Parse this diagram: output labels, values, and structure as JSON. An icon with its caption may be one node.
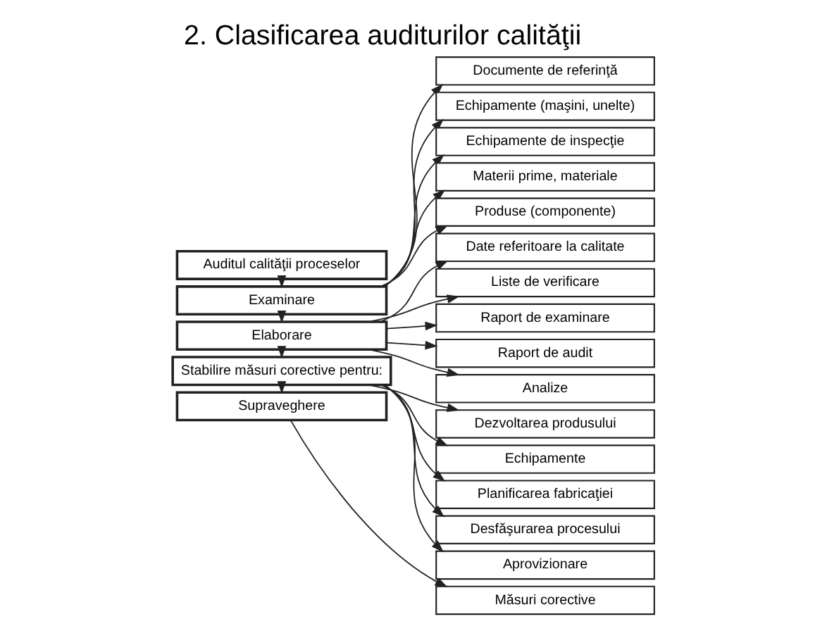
{
  "diagram": {
    "title": "2. Clasificarea auditurilor calităţii",
    "nodes": [
      {
        "text": [
          "Auditul calităţii proceselor"
        ]
      },
      {
        "text": [
          "Examinare"
        ]
      },
      {
        "text": [
          "Documente de referinţă"
        ]
      },
      {
        "text": [
          "Echipamente (maşini, unelte)"
        ]
      },
      {
        "text": [
          "Echipamente de inspecţie"
        ]
      },
      {
        "text": [
          "Materii prime, materiale"
        ]
      },
      {
        "text": [
          "Produse (componente)"
        ]
      },
      {
        "text": [
          "Elaborare"
        ]
      },
      {
        "text": [
          "Date referitoare la calitate"
        ]
      },
      {
        "text": [
          "Liste de verificare"
        ]
      },
      {
        "text": [
          "Raport de examinare"
        ]
      },
      {
        "text": [
          "Raport de audit"
        ]
      },
      {
        "text": [
          "Analize"
        ]
      },
      {
        "text": [
          "Stabilire măsuri corective pentru:"
        ]
      },
      {
        "text": [
          "Dezvoltarea produsului"
        ]
      },
      {
        "text": [
          "Echipamente"
        ]
      },
      {
        "text": [
          "Planificarea fabricaţiei"
        ]
      },
      {
        "text": [
          "Desfăşurarea procesului"
        ]
      },
      {
        "text": [
          "Aprovizionare"
        ]
      },
      {
        "text": [
          "Supraveghere"
        ]
      },
      {
        "text": [
          "Măsuri corective"
        ]
      }
    ],
    "edges": [
      {
        "from": 0,
        "to": 1,
        "arrow": "to"
      },
      {
        "from": 1,
        "to": 2,
        "arrow": "to"
      },
      {
        "from": 1,
        "to": 3,
        "arrow": "to"
      },
      {
        "from": 1,
        "to": 4,
        "arrow": "to"
      },
      {
        "from": 1,
        "to": 5,
        "arrow": "to"
      },
      {
        "from": 1,
        "to": 6,
        "arrow": "to"
      },
      {
        "from": 1,
        "to": 7,
        "arrow": "to"
      },
      {
        "from": 7,
        "to": 8,
        "arrow": "to"
      },
      {
        "from": 7,
        "to": 9,
        "arrow": "to"
      },
      {
        "from": 7,
        "to": 10,
        "arrow": "to"
      },
      {
        "from": 7,
        "to": 11,
        "arrow": "to"
      },
      {
        "from": 7,
        "to": 12,
        "arrow": "to"
      },
      {
        "from": 7,
        "to": 13,
        "arrow": "to"
      },
      {
        "from": 13,
        "to": 14,
        "arrow": "to"
      },
      {
        "from": 13,
        "to": 15,
        "arrow": "to"
      },
      {
        "from": 13,
        "to": 16,
        "arrow": "to"
      },
      {
        "from": 13,
        "to": 17,
        "arrow": "to"
      },
      {
        "from": 13,
        "to": 18,
        "arrow": "to"
      },
      {
        "from": 13,
        "to": 19,
        "arrow": "to"
      },
      {
        "from": 19,
        "to": 20,
        "arrow": "to"
      }
    ]
  }
}
